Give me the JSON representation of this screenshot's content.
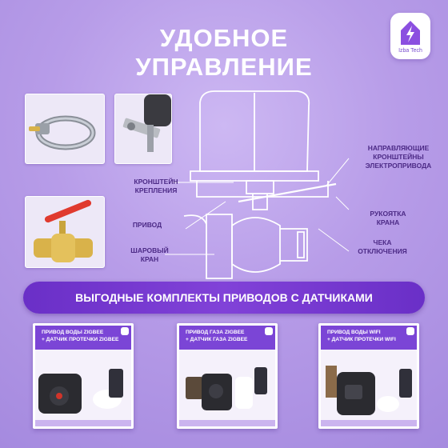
{
  "title": {
    "line1": "УДОБНОЕ",
    "line2": "УПРАВЛЕНИЕ"
  },
  "logo": {
    "brand": "Izba Tech",
    "icon": "bolt-house-icon"
  },
  "labels": {
    "guide_brackets": "НАПРАВЛЯЮЩИЕ\nКРОНШТЕЙНЫ\nЭЛЕКТРОПРИВОДА",
    "mount_bracket": "КРОНШТЕЙН\nКРЕПЛЕНИЯ",
    "handle": "РУКОЯТКА\nКРАНА",
    "drive": "ПРИВОД",
    "ball_valve": "ШАРОВЫЙ\nКРАН",
    "release_pin": "ЧЕКА\nОТКЛЮЧЕНИЯ"
  },
  "banner": {
    "text": "ВЫГОДНЫЕ КОМПЛЕКТЫ ПРИВОДОВ С ДАТЧИКАМИ"
  },
  "cards": [
    {
      "title": "ПРИВОД ВОДЫ ZIGBEE\n+ ДАТЧИК ПРОТЕЧКИ ZIGBEE"
    },
    {
      "title": "ПРИВОД ГАЗА ZIGBEE\n+ ДАТЧИК ГАЗА ZIGBEE"
    },
    {
      "title": "ПРИВОД ВОДЫ WIFI\n+ ДАТЧИК ПРОТЕЧКИ WIFI"
    }
  ],
  "colors": {
    "background": "#b79ce8",
    "accent": "#7b45d6",
    "line": "#ffffff"
  }
}
